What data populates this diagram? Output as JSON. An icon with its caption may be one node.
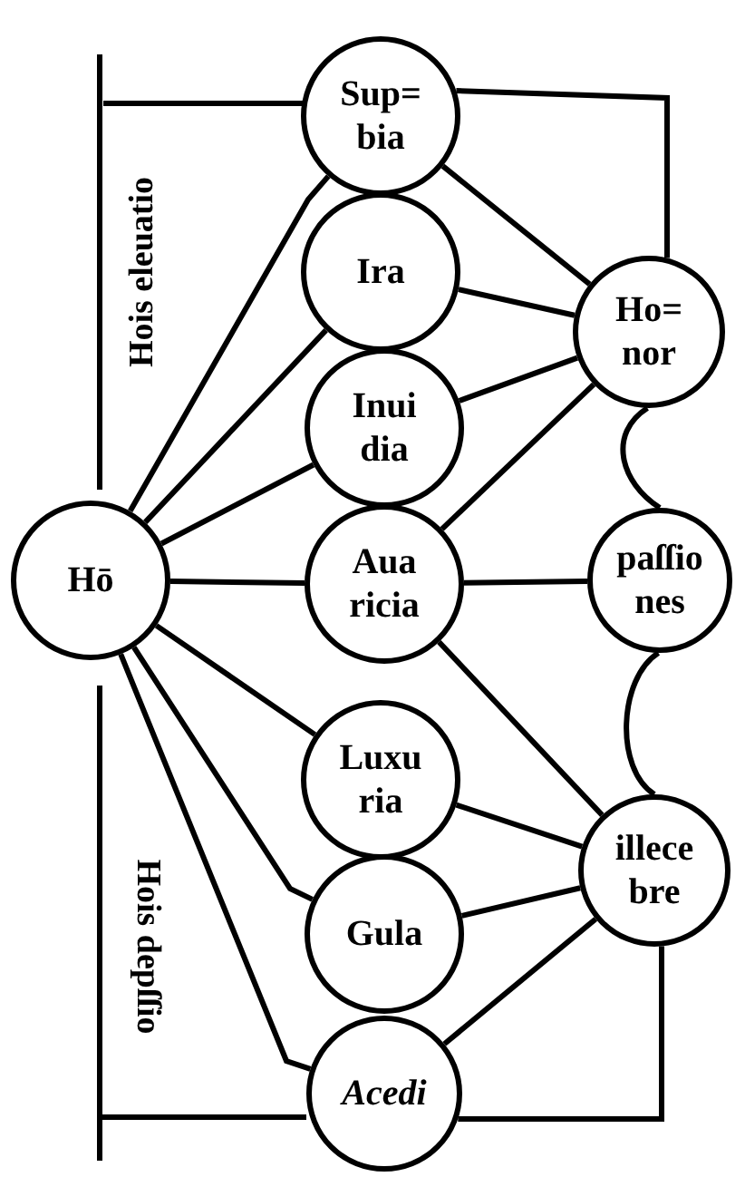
{
  "diagram": {
    "nodes": [
      {
        "text": [
          "Hō"
        ]
      },
      {
        "text": [
          "Sup= bia"
        ]
      },
      {
        "text": [
          "Ira"
        ]
      },
      {
        "text": [
          "Inui dia"
        ]
      },
      {
        "text": [
          "Aua ricia"
        ]
      },
      {
        "text": [
          "Luxu ria"
        ]
      },
      {
        "text": [
          "Gula"
        ]
      },
      {
        "text": [
          "Acedi"
        ]
      },
      {
        "text": [
          "Ho= nor"
        ]
      },
      {
        "text": [
          "paſſio nes"
        ]
      },
      {
        "text": [
          "illece bre"
        ]
      }
    ],
    "edges": [
      {
        "from": 0,
        "to": 1,
        "arrow": "none"
      },
      {
        "from": 0,
        "to": 2,
        "arrow": "none"
      },
      {
        "from": 0,
        "to": 3,
        "arrow": "none"
      },
      {
        "from": 0,
        "to": 4,
        "arrow": "none"
      },
      {
        "from": 0,
        "to": 5,
        "arrow": "none"
      },
      {
        "from": 0,
        "to": 6,
        "arrow": "none"
      },
      {
        "from": 0,
        "to": 7,
        "arrow": "none"
      },
      {
        "from": 1,
        "to": 8,
        "arrow": "none"
      },
      {
        "from": 1,
        "to": 8,
        "arrow": "none"
      },
      {
        "from": 2,
        "to": 8,
        "arrow": "none"
      },
      {
        "from": 3,
        "to": 8,
        "arrow": "none"
      },
      {
        "from": 4,
        "to": 8,
        "arrow": "none"
      },
      {
        "from": 4,
        "to": 9,
        "arrow": "none"
      },
      {
        "from": 4,
        "to": 10,
        "arrow": "none"
      },
      {
        "from": 5,
        "to": 10,
        "arrow": "none"
      },
      {
        "from": 6,
        "to": 10,
        "arrow": "none"
      },
      {
        "from": 7,
        "to": 10,
        "arrow": "none"
      },
      {
        "from": 7,
        "to": 10,
        "arrow": "none"
      },
      {
        "from": 8,
        "to": 9,
        "arrow": "none"
      },
      {
        "from": 9,
        "to": 10,
        "arrow": "none"
      }
    ],
    "labels": [
      "Hois eleuatio",
      "Hois depſſio"
    ]
  }
}
